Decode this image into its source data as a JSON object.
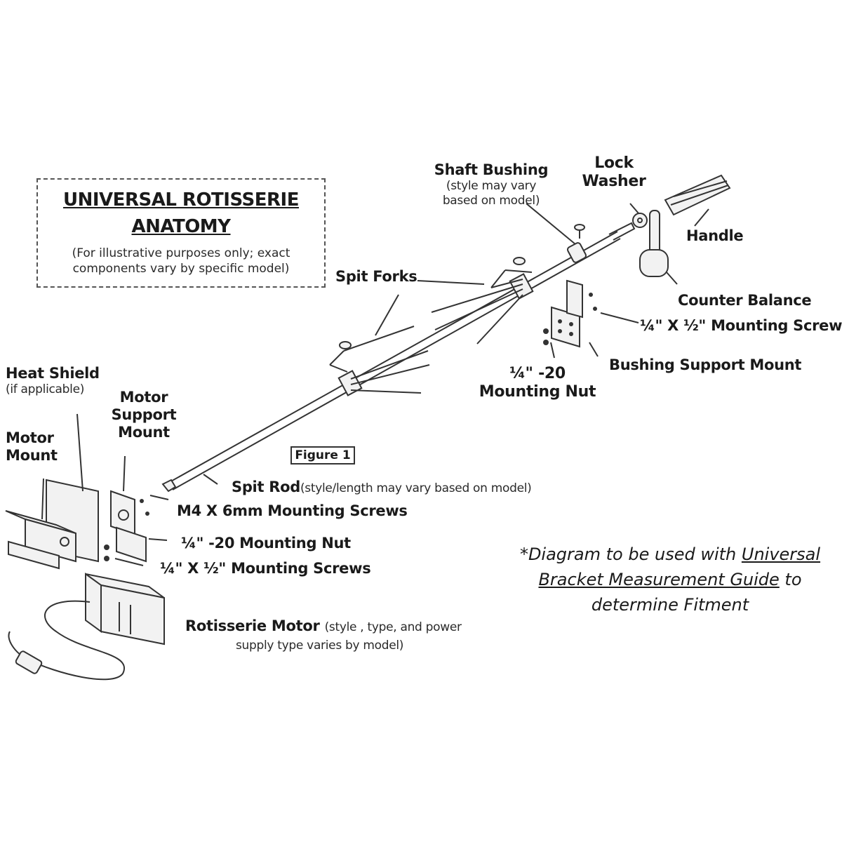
{
  "title": {
    "line1": "UNIVERSAL ROTISSERIE",
    "line2": "ANATOMY",
    "note_line1": "(For illustrative purposes only; exact",
    "note_line2": "components vary by specific model)"
  },
  "figure_tag": "Figure 1",
  "labels": {
    "shaft_bushing": "Shaft Bushing",
    "shaft_bushing_note_1": "(style may vary",
    "shaft_bushing_note_2": "based on model)",
    "lock_washer_1": "Lock",
    "lock_washer_2": "Washer",
    "handle": "Handle",
    "spit_forks": "Spit Forks",
    "counter_balance": "Counter Balance",
    "quarter_half_screws_top": "¼\" X ½\" Mounting Screws",
    "bushing_support_mount": "Bushing Support Mount",
    "quarter20_nut_top_1": "¼\" -20",
    "quarter20_nut_top_2": "Mounting Nut",
    "heat_shield": "Heat Shield",
    "heat_shield_note": "(if applicable)",
    "motor_support_mount_1": "Motor",
    "motor_support_mount_2": "Support",
    "motor_support_mount_3": "Mount",
    "motor_mount_1": "Motor",
    "motor_mount_2": "Mount",
    "spit_rod": "Spit Rod",
    "spit_rod_note": "(style/length may vary based on model)",
    "m4_screws": "M4 X 6mm Mounting Screws",
    "quarter20_nut_bottom": "¼\" -20 Mounting Nut",
    "quarter_half_screws_bottom": "¼\" X ½\" Mounting Screws",
    "rotisserie_motor": "Rotisserie Motor",
    "rotisserie_motor_note_1": "(style , type, and power",
    "rotisserie_motor_note_2": "supply type varies by model)"
  },
  "diagram_note": {
    "line1_pre": "*Diagram to be used with ",
    "line1_link": "Universal",
    "line2_link": "Bracket Measurement Guide",
    "line2_post": " to",
    "line3": "determine Fitment"
  }
}
